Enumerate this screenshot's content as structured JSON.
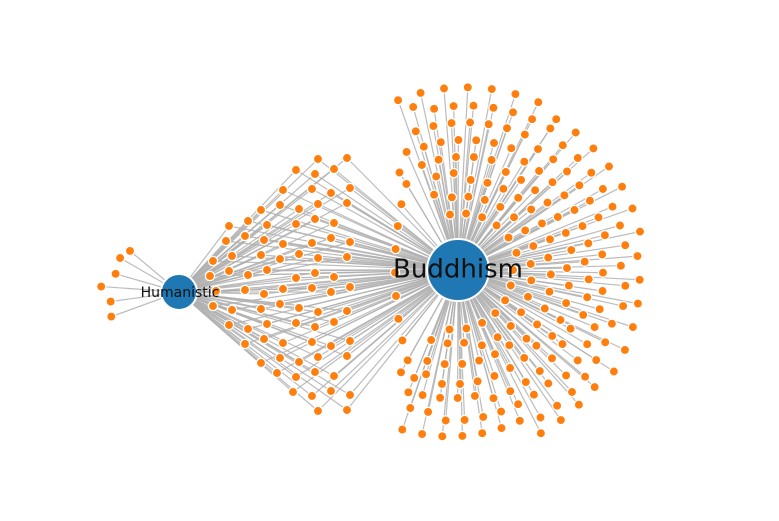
{
  "graph": {
    "hubs": [
      {
        "id": "humanistic",
        "label": "Humanistic",
        "color": "#1f77b4"
      },
      {
        "id": "buddhism",
        "label": "Buddhism",
        "color": "#1f77b4"
      }
    ],
    "leaf_color": "#ff7f0e",
    "edge_color": "#b0b0b0"
  }
}
